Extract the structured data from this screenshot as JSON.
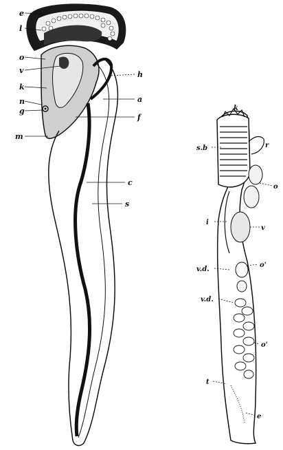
{
  "figure_left": {
    "labels": {
      "e": "e",
      "l": "l",
      "o": "o",
      "v": "v",
      "k": "k",
      "n": "n",
      "g": "g",
      "m": "m",
      "h": "h",
      "a": "a",
      "f": "f",
      "c": "c",
      "s": "s"
    }
  },
  "figure_right": {
    "labels": {
      "k": "k",
      "sb": "s.b",
      "r": "r",
      "o": "o",
      "i": "i",
      "v": "v",
      "vd1": "v.d.",
      "o2": "o'",
      "vd2": "v.d.",
      "o3": "o'",
      "t": "t",
      "e": "e"
    }
  }
}
